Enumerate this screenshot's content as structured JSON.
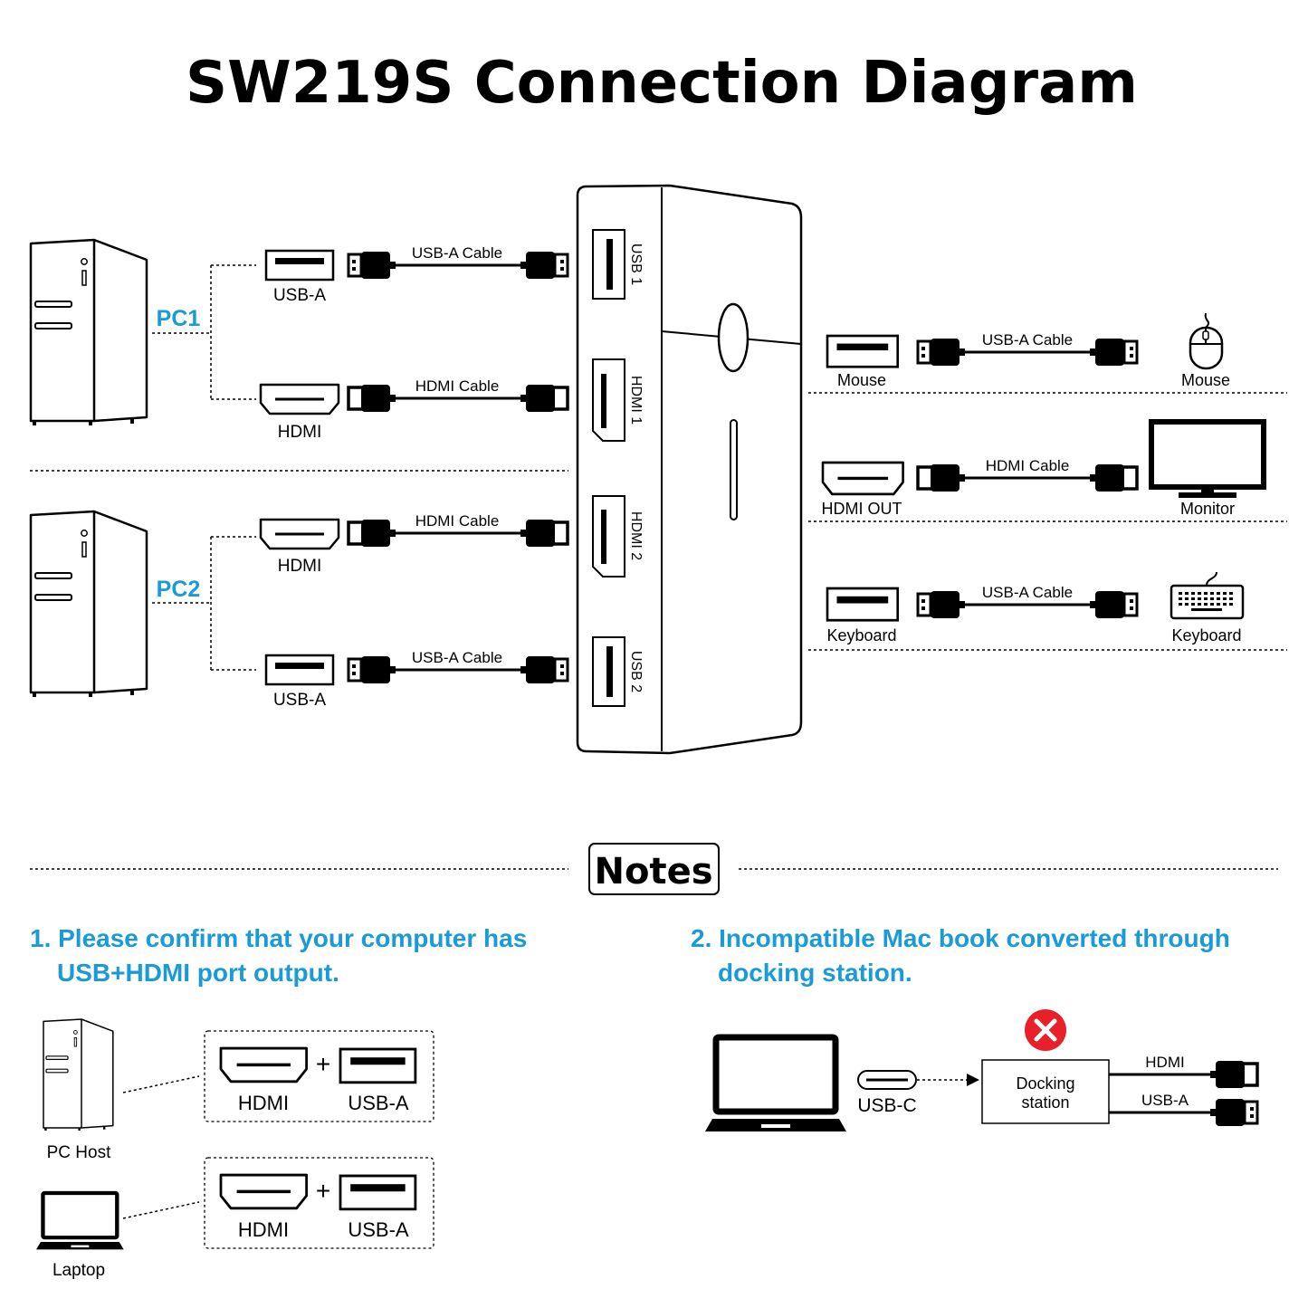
{
  "title": "SW219S Connection Diagram",
  "colors": {
    "accent": "#1a9ad6",
    "ink": "#000000",
    "danger": "#e8202a"
  },
  "pc_groups": [
    {
      "name": "PC1",
      "ports": [
        {
          "label": "USB-A",
          "cable": "USB-A Cable",
          "kind": "usb"
        },
        {
          "label": "HDMI",
          "cable": "HDMI Cable",
          "kind": "hdmi"
        }
      ]
    },
    {
      "name": "PC2",
      "ports": [
        {
          "label": "HDMI",
          "cable": "HDMI Cable",
          "kind": "hdmi"
        },
        {
          "label": "USB-A",
          "cable": "USB-A Cable",
          "kind": "usb"
        }
      ]
    }
  ],
  "switch_ports": [
    "USB 1",
    "HDMI 1",
    "HDMI 2",
    "USB 2"
  ],
  "outputs": [
    {
      "port": "Mouse",
      "cable": "USB-A Cable",
      "device": "Mouse",
      "device_icon": "mouse-icon"
    },
    {
      "port": "HDMI OUT",
      "cable": "HDMI Cable",
      "device": "Monitor",
      "device_icon": "monitor-icon"
    },
    {
      "port": "Keyboard",
      "cable": "USB-A Cable",
      "device": "Keyboard",
      "device_icon": "keyboard-icon"
    }
  ],
  "notes": {
    "heading": "Notes",
    "note1": {
      "line1": "1. Please confirm that your computer has",
      "line2": "USB+HDMI port output."
    },
    "note2": {
      "line1": "2. Incompatible Mac book converted through",
      "line2": "docking station."
    },
    "hosts": [
      {
        "label": "PC Host",
        "icon": "pc-tower-icon"
      },
      {
        "label": "Laptop",
        "icon": "laptop-icon"
      }
    ],
    "port_pair": {
      "hdmi": "HDMI",
      "plus": "+",
      "usb": "USB-A"
    },
    "mac": {
      "port": "USB-C",
      "dock": [
        "Docking",
        "station"
      ],
      "out_hdmi": "HDMI",
      "out_usb": "USB-A",
      "status_icon": "error-x-icon"
    }
  }
}
